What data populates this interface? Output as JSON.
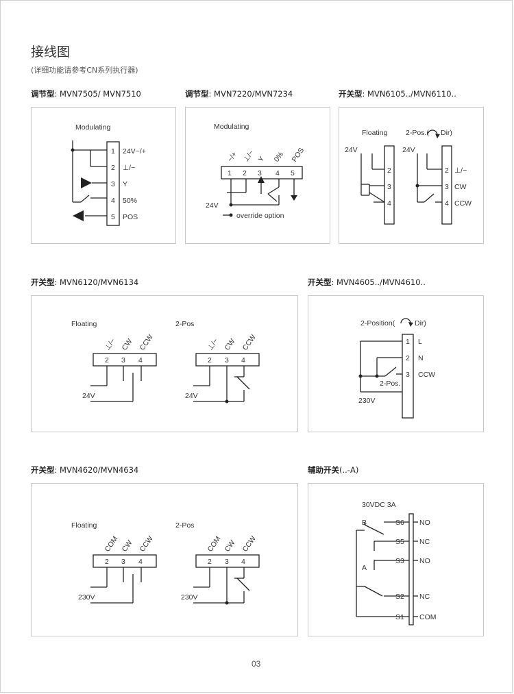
{
  "page": {
    "title": "接线图",
    "subtitle": "(详细功能请参考CN系列执行器)",
    "number": "03"
  },
  "sections": {
    "s1": {
      "type": "调节型",
      "models": ": MVN7505/ MVN7510"
    },
    "s2": {
      "type": "调节型",
      "models": ": MVN7220/MVN7234"
    },
    "s3": {
      "type": "开关型",
      "models": ": MVN6105../MVN6110.."
    },
    "s4": {
      "type": "开关型",
      "models": ": MVN6120/MVN6134"
    },
    "s5": {
      "type": "开关型",
      "models": ": MVN4605../MVN4610.."
    },
    "s6": {
      "type": "开关型",
      "models": ": MVN4620/MVN4634"
    },
    "s7": {
      "type": "辅助开关",
      "models": "(..-A)"
    }
  },
  "diagrams": {
    "d1": {
      "mode": "Modulating",
      "terminals": [
        "1",
        "2",
        "3",
        "4",
        "5"
      ],
      "labels": [
        "24V~/+",
        "⊥/−",
        "Y",
        "50%",
        "POS"
      ]
    },
    "d2": {
      "mode": "Modulating",
      "terminals": [
        "1",
        "2",
        "3",
        "4",
        "5"
      ],
      "top_labels": [
        "~/+",
        "⊥/−",
        "Y",
        "0%",
        "POS"
      ],
      "supply": "24V",
      "legend": "override option"
    },
    "d3": {
      "mode_a": "Floating",
      "mode_b": "2-Pos.(",
      "mode_b_dir": "Dir)",
      "supply_a": "24V",
      "supply_b": "24V",
      "terminals": [
        "2",
        "3",
        "4"
      ],
      "labels": [
        "⊥/−",
        "CW",
        "CCW"
      ]
    },
    "d4": {
      "mode_a": "Floating",
      "mode_b": "2-Pos",
      "top_labels": [
        "⊥/−",
        "CW",
        "CCW"
      ],
      "terminals": [
        "2",
        "3",
        "4"
      ],
      "supply": "24V"
    },
    "d5": {
      "mode": "2-Position(",
      "mode_dir": "Dir)",
      "terminals": [
        "1",
        "2",
        "3"
      ],
      "labels": [
        "L",
        "N",
        "CCW"
      ],
      "switch_label": "2-Pos.",
      "supply": "230V"
    },
    "d6": {
      "mode_a": "Floating",
      "mode_b": "2-Pos",
      "top_labels": [
        "COM",
        "CW",
        "CCW"
      ],
      "terminals": [
        "2",
        "3",
        "4"
      ],
      "supply": "230V"
    },
    "d7": {
      "rating": "30VDC 3A",
      "switch_b": "B",
      "switch_a": "A",
      "terminals": [
        "S6",
        "S5",
        "S3",
        "S2",
        "S1"
      ],
      "labels": [
        "NO",
        "NC",
        "NO",
        "NC",
        "COM"
      ]
    }
  }
}
